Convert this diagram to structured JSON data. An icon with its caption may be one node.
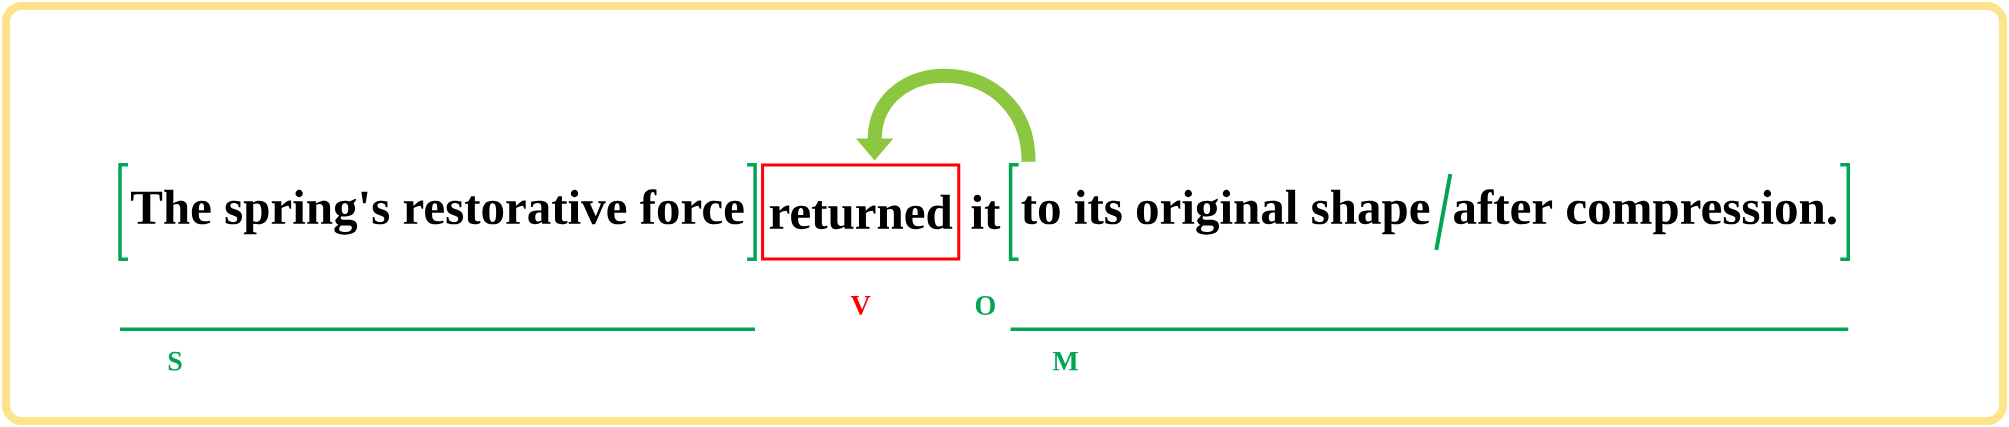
{
  "diagram": {
    "nodes": [
      {
        "text": [
          "The spring's restorative force"
        ]
      },
      {
        "text": [
          "returned"
        ]
      },
      {
        "text": [
          "to its original shape",
          "after compression."
        ]
      }
    ],
    "edges": [
      {
        "from": 2,
        "to": 1,
        "arrow": "to"
      }
    ],
    "labels": [
      "it",
      "V",
      "O",
      "S",
      "M"
    ]
  }
}
